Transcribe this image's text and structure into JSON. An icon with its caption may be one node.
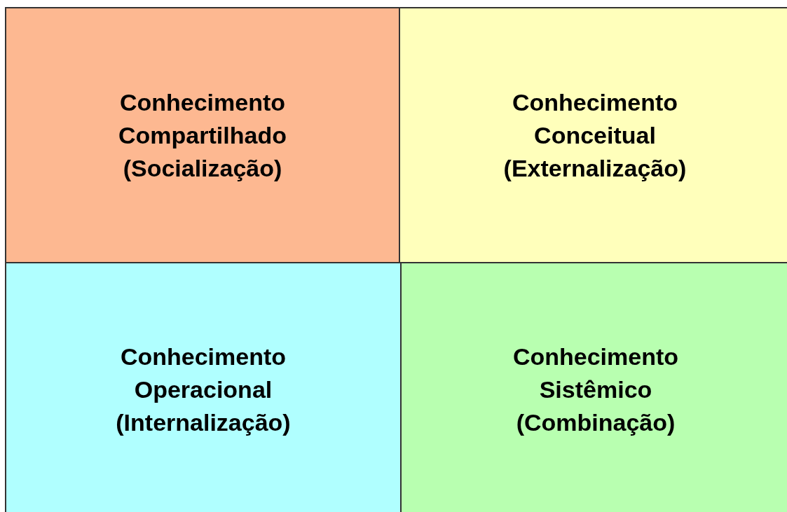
{
  "diagram": {
    "nodes": [
      {
        "text": [
          "Conhecimento Compartilhado",
          "(Socialização)"
        ]
      },
      {
        "text": [
          "Conhecimento Conceitual",
          "(Externalização)"
        ]
      },
      {
        "text": [
          "Conhecimento Operacional",
          "(Internalização)"
        ]
      },
      {
        "text": [
          "Conhecimento Sistêmico",
          "(Combinação)"
        ]
      }
    ],
    "edges": []
  }
}
